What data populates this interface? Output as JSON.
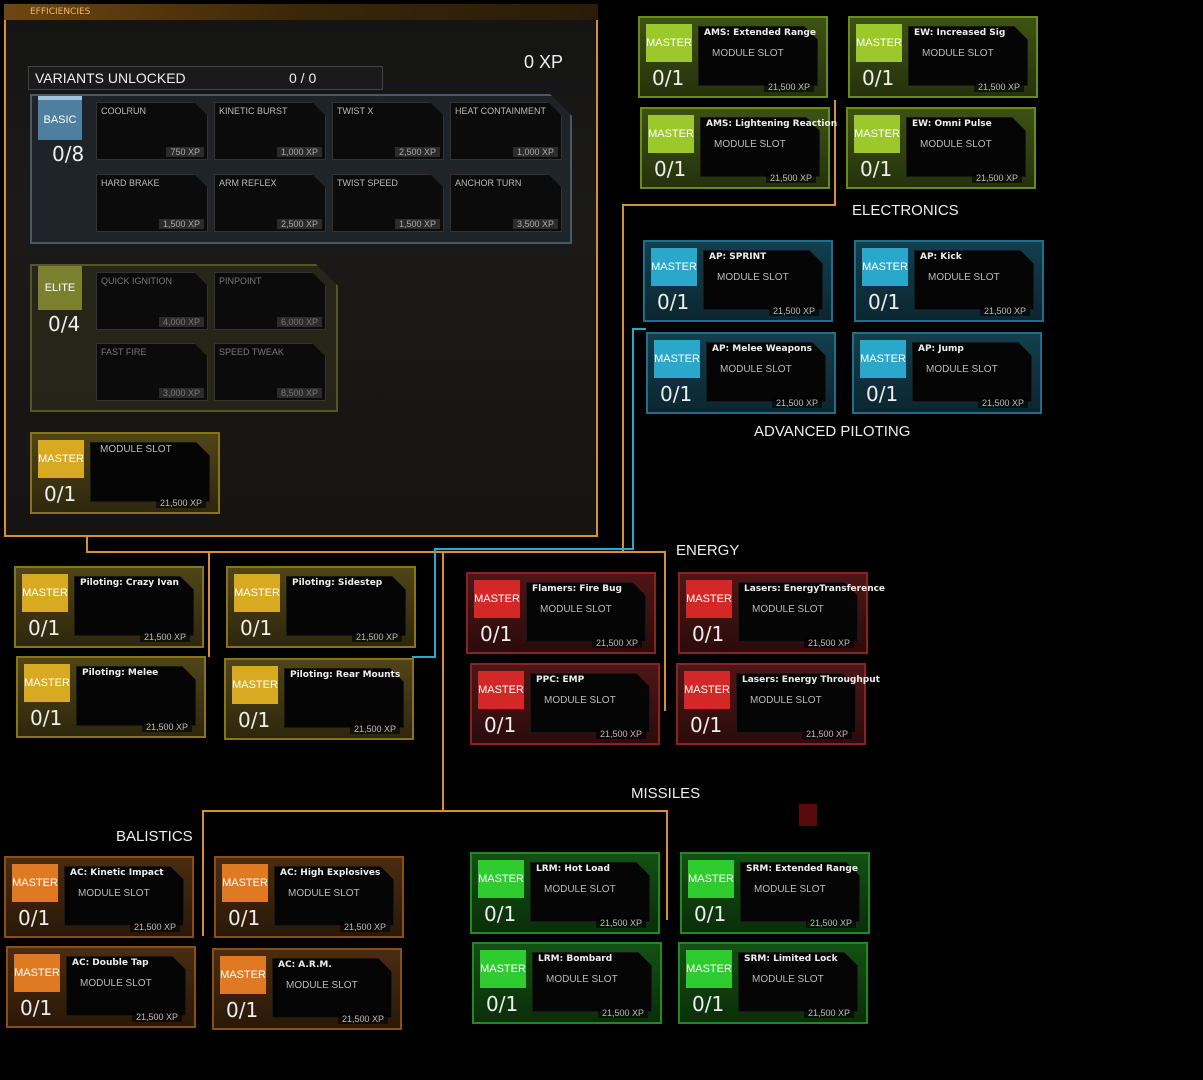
{
  "efficiencies": {
    "tab_title": "EFFICIENCIES",
    "xp_total": "0 XP",
    "variants_unlocked_label": "VARIANTS UNLOCKED",
    "variants_unlocked_count": "0 / 0",
    "basic": {
      "label": "BASIC",
      "count": "0/8",
      "items": [
        {
          "name": "COOLRUN",
          "xp": "750 XP"
        },
        {
          "name": "KINETIC BURST",
          "xp": "1,000 XP"
        },
        {
          "name": "TWIST X",
          "xp": "2,500 XP"
        },
        {
          "name": "HEAT CONTAINMENT",
          "xp": "1,000 XP"
        },
        {
          "name": "HARD BRAKE",
          "xp": "1,500 XP"
        },
        {
          "name": "ARM REFLEX",
          "xp": "2,500 XP"
        },
        {
          "name": "TWIST SPEED",
          "xp": "1,500 XP"
        },
        {
          "name": "ANCHOR TURN",
          "xp": "3,500 XP"
        }
      ]
    },
    "elite": {
      "label": "ELITE",
      "count": "0/4",
      "items": [
        {
          "name": "QUICK IGNITION",
          "xp": "4,000 XP"
        },
        {
          "name": "PINPOINT",
          "xp": "6,000 XP"
        },
        {
          "name": "FAST FIRE",
          "xp": "3,000 XP"
        },
        {
          "name": "SPEED TWEAK",
          "xp": "8,500 XP"
        }
      ]
    },
    "master": {
      "label": "MASTER",
      "count": "0/1",
      "name": "MODULE SLOT",
      "xp": "21,500 XP"
    }
  },
  "sections": {
    "electronics": "ELECTRONICS",
    "advanced_piloting": "ADVANCED PILOTING",
    "energy": "ENERGY",
    "missiles": "MISSILES",
    "balistics": "BALISTICS"
  },
  "common": {
    "badge": "MASTER",
    "count": "0/1",
    "slot": "MODULE SLOT",
    "xp": "21,500 XP"
  },
  "cards": {
    "electronics": [
      "AMS: Extended Range",
      "EW: Increased Sig",
      "AMS: Lightening Reaction",
      "EW: Omni Pulse"
    ],
    "advanced_piloting": [
      "AP: SPRINT",
      "AP: Kick",
      "AP: Melee Weapons",
      "AP: Jump"
    ],
    "piloting": [
      "Piloting: Crazy Ivan",
      "Piloting: Sidestep",
      "Piloting: Melee",
      "Piloting: Rear Mounts"
    ],
    "energy": [
      "Flamers: Fire Bug",
      "Lasers: EnergyTransference",
      "PPC: EMP",
      "Lasers: Energy Throughput"
    ],
    "balistics": [
      "AC: Kinetic Impact",
      "AC: High Explosives",
      "AC: Double Tap",
      "AC: A.R.M."
    ],
    "missiles": [
      "LRM: Hot Load",
      "SRM: Extended Range",
      "LRM: Bombard",
      "SRM: Limited Lock"
    ]
  },
  "colors": {
    "accent_orange": "#d9902e",
    "connector_blue": "#2aa8cc",
    "electronics": "#9cc82c",
    "advanced_piloting": "#2aa8cc",
    "piloting": "#d8aa22",
    "energy": "#d42828",
    "balistics": "#e07a22",
    "missiles": "#2ecc2e"
  }
}
